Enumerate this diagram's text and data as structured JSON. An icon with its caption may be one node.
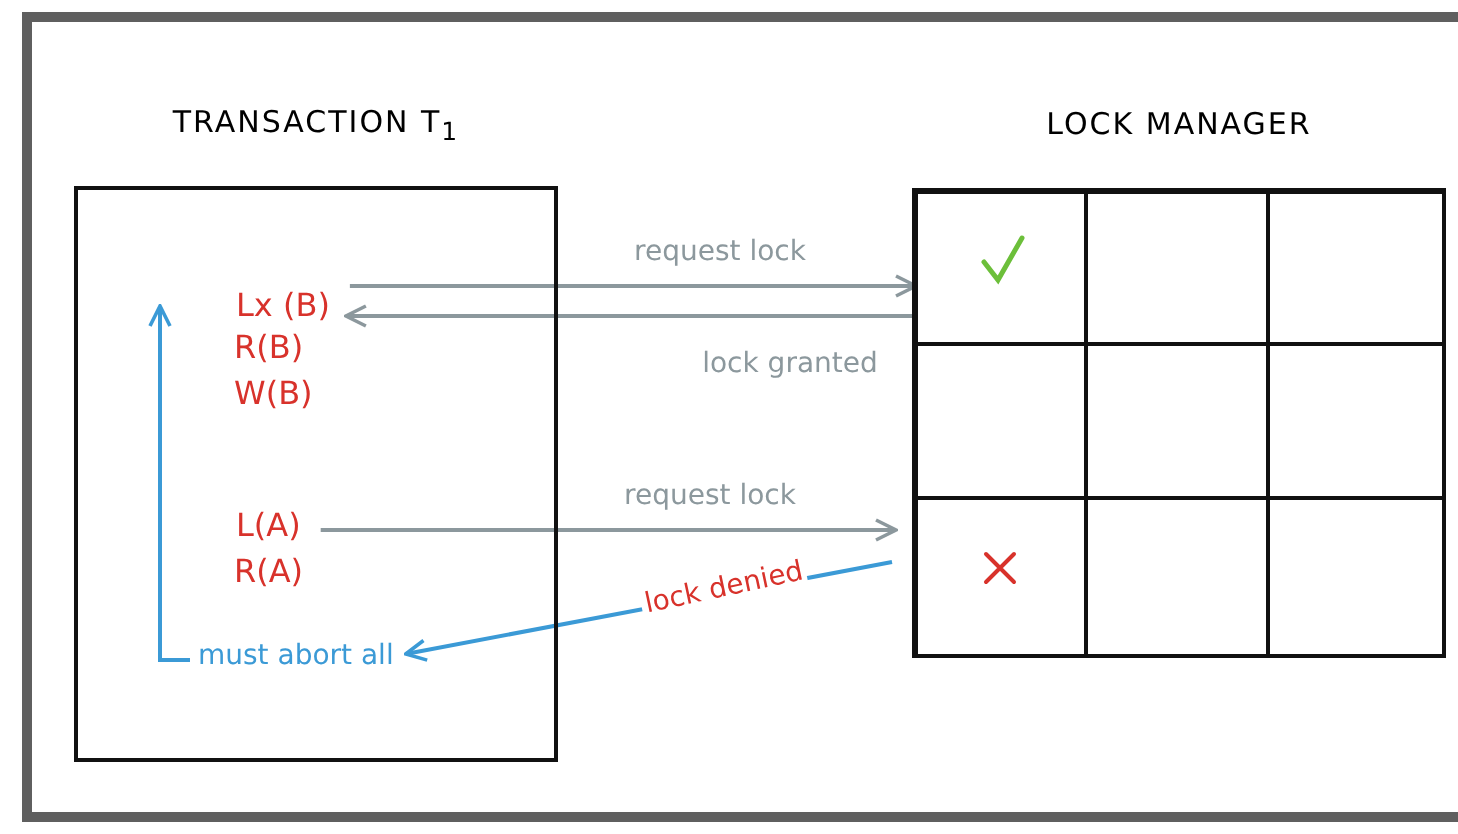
{
  "diagram": {
    "nodes": [
      {
        "text": [
          "TRANSACTION T$_{1}$"
        ]
      },
      {
        "text": [
          "Lx (B)"
        ],
        "in": 0
      },
      {
        "text": [
          "L(A)"
        ],
        "in": 0
      },
      {
        "text": [
          "must abort all"
        ],
        "in": 0
      },
      {
        "text": [
          "LOCK MANAGER"
        ]
      },
      {
        "text": [],
        "shape": "box",
        "in": 4
      },
      {
        "text": [],
        "shape": "box",
        "in": 4
      },
      {
        "text": [],
        "shape": "box",
        "in": 4
      },
      {
        "text": [],
        "shape": "box",
        "in": 4
      },
      {
        "text": [],
        "shape": "box",
        "in": 4
      },
      {
        "text": [],
        "shape": "box",
        "in": 4
      },
      {
        "text": [],
        "shape": "box",
        "in": 4
      },
      {
        "text": [],
        "shape": "box",
        "in": 4
      },
      {
        "text": [],
        "shape": "box",
        "in": 4
      }
    ],
    "edges": [
      {
        "from": 1,
        "to": 5,
        "arrow": "to",
        "label": "request lock"
      },
      {
        "from": 5,
        "to": 1,
        "arrow": "to",
        "label": "lock granted"
      },
      {
        "from": 2,
        "to": 11,
        "arrow": "to",
        "label": "request lock"
      },
      {
        "from": 11,
        "to": 3,
        "arrow": "to",
        "label": "lock denied",
        "color": "#3b9ad6"
      },
      {
        "from": 3,
        "to": null,
        "arrow": "to",
        "color": "#3b9ad6"
      }
    ],
    "labels": [
      "R(B)",
      "W(B)",
      "R(A)"
    ]
  }
}
